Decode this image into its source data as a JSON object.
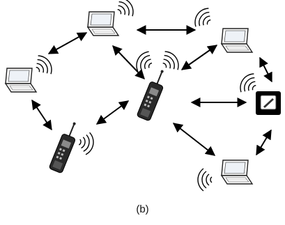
{
  "figure": {
    "caption": "(b)"
  },
  "nodes": [
    {
      "id": "laptop-top",
      "kind": "laptop"
    },
    {
      "id": "laptop-left",
      "kind": "laptop"
    },
    {
      "id": "laptop-right-top",
      "kind": "laptop"
    },
    {
      "id": "laptop-bottom-right",
      "kind": "laptop"
    },
    {
      "id": "phone-center",
      "kind": "handheld-radio"
    },
    {
      "id": "phone-bottom-left",
      "kind": "handheld-radio"
    },
    {
      "id": "pda-right",
      "kind": "pda"
    }
  ],
  "links": [
    [
      "laptop-top",
      "laptop-left"
    ],
    [
      "laptop-top",
      "laptop-right-top"
    ],
    [
      "laptop-top",
      "phone-center"
    ],
    [
      "laptop-left",
      "phone-bottom-left"
    ],
    [
      "phone-bottom-left",
      "phone-center"
    ],
    [
      "phone-center",
      "laptop-right-top"
    ],
    [
      "phone-center",
      "pda-right"
    ],
    [
      "phone-center",
      "laptop-bottom-right"
    ],
    [
      "laptop-right-top",
      "pda-right"
    ],
    [
      "pda-right",
      "laptop-bottom-right"
    ]
  ]
}
